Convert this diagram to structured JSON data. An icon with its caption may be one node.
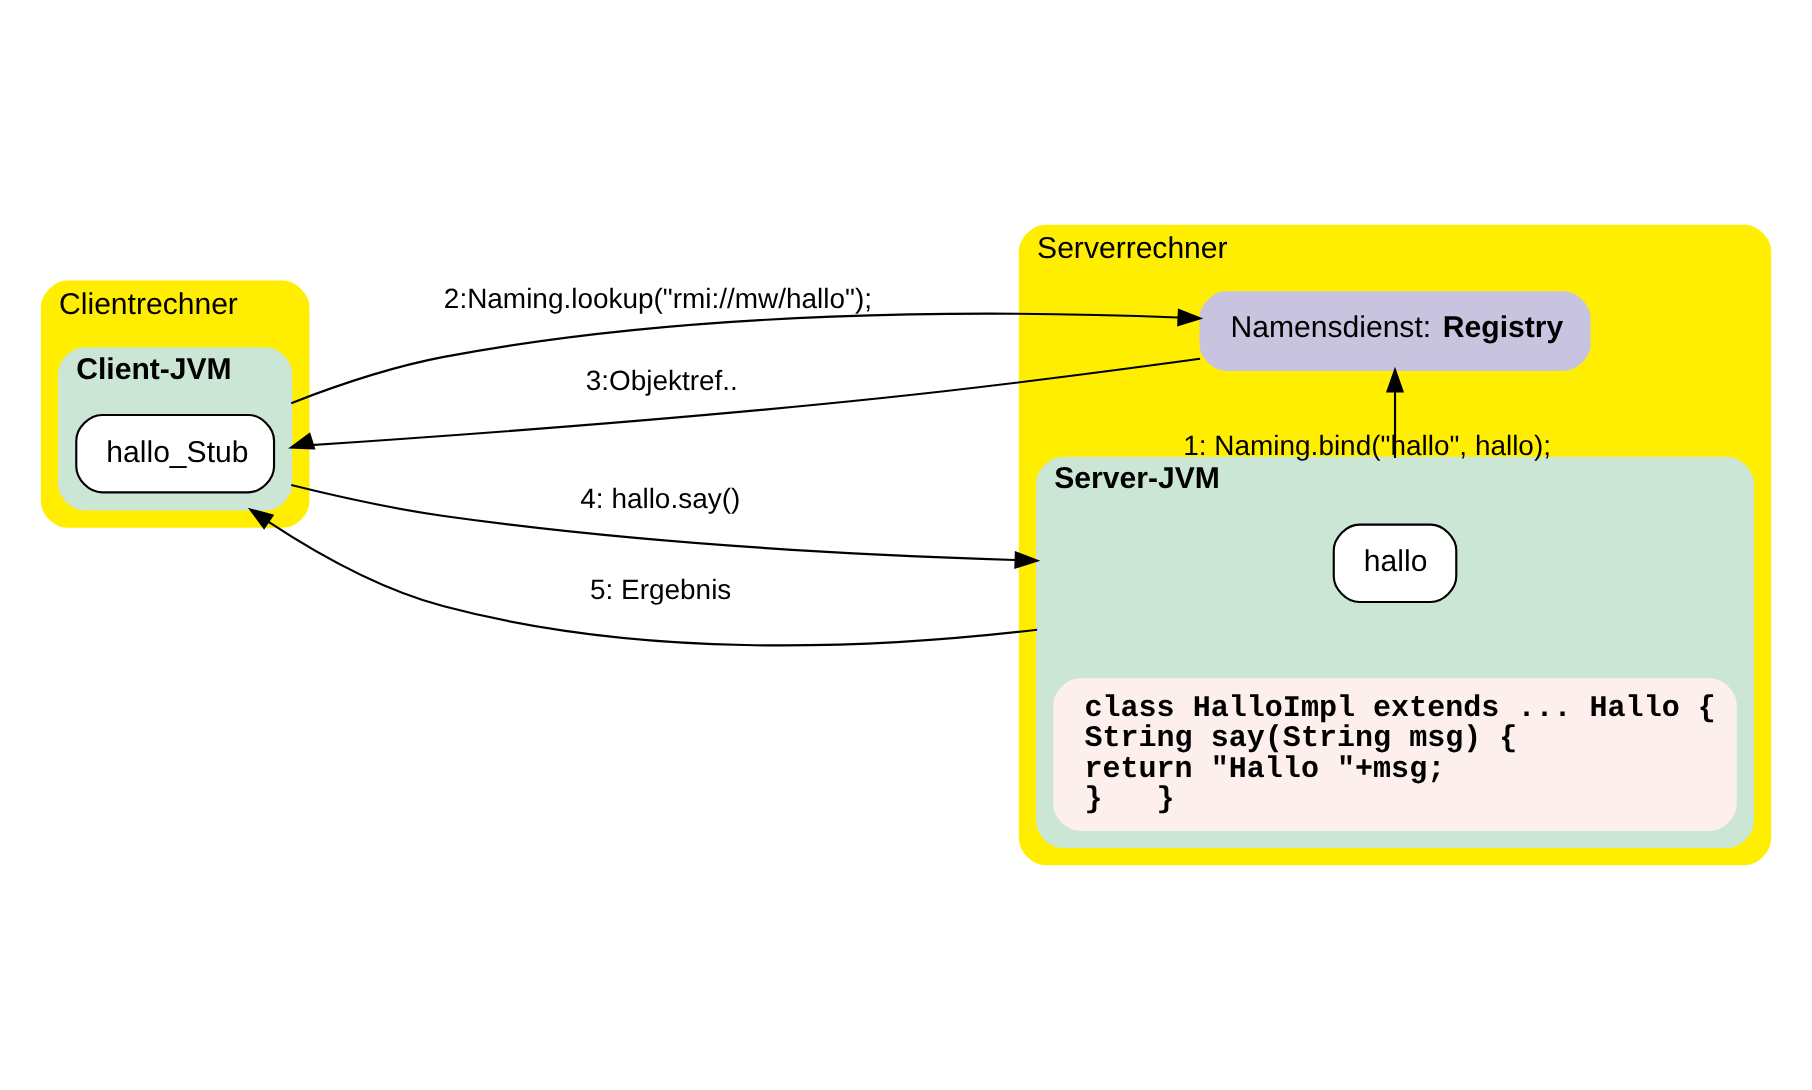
{
  "diagram": {
    "nodes": [
      {
        "text": [
          "Clientrechner"
        ]
      },
      {
        "text": [
          "Client-JVM"
        ],
        "in": 0
      },
      {
        "text": [
          "hallo_Stub"
        ],
        "in": 1
      },
      {
        "text": [
          "Serverrechner"
        ]
      },
      {
        "text": [
          "Namensdienst: **Registry**"
        ],
        "in": 3
      },
      {
        "text": [
          "Server-JVM"
        ],
        "in": 3
      },
      {
        "text": [
          "hallo"
        ],
        "in": 5
      },
      {
        "text": [
          "class HalloImpl extends ... Hallo {",
          "String say(String msg) {",
          "return \"Hallo \"+msg;",
          "}   }"
        ],
        "in": 5
      }
    ],
    "edges": [
      {
        "from": 1,
        "to": 4,
        "arrow": "to",
        "label": "2:Naming.lookup(\"rmi://mw/hallo\");"
      },
      {
        "from": 4,
        "to": 1,
        "arrow": "to",
        "label": "3:Objektref.."
      },
      {
        "from": 5,
        "to": 4,
        "arrow": "to",
        "label": "1: Naming.bind(\"hallo\", hallo);"
      },
      {
        "from": 1,
        "to": 5,
        "arrow": "to",
        "label": "4: hallo.say()"
      },
      {
        "from": 5,
        "to": 1,
        "arrow": "to",
        "label": "5: Ergebnis"
      }
    ]
  }
}
